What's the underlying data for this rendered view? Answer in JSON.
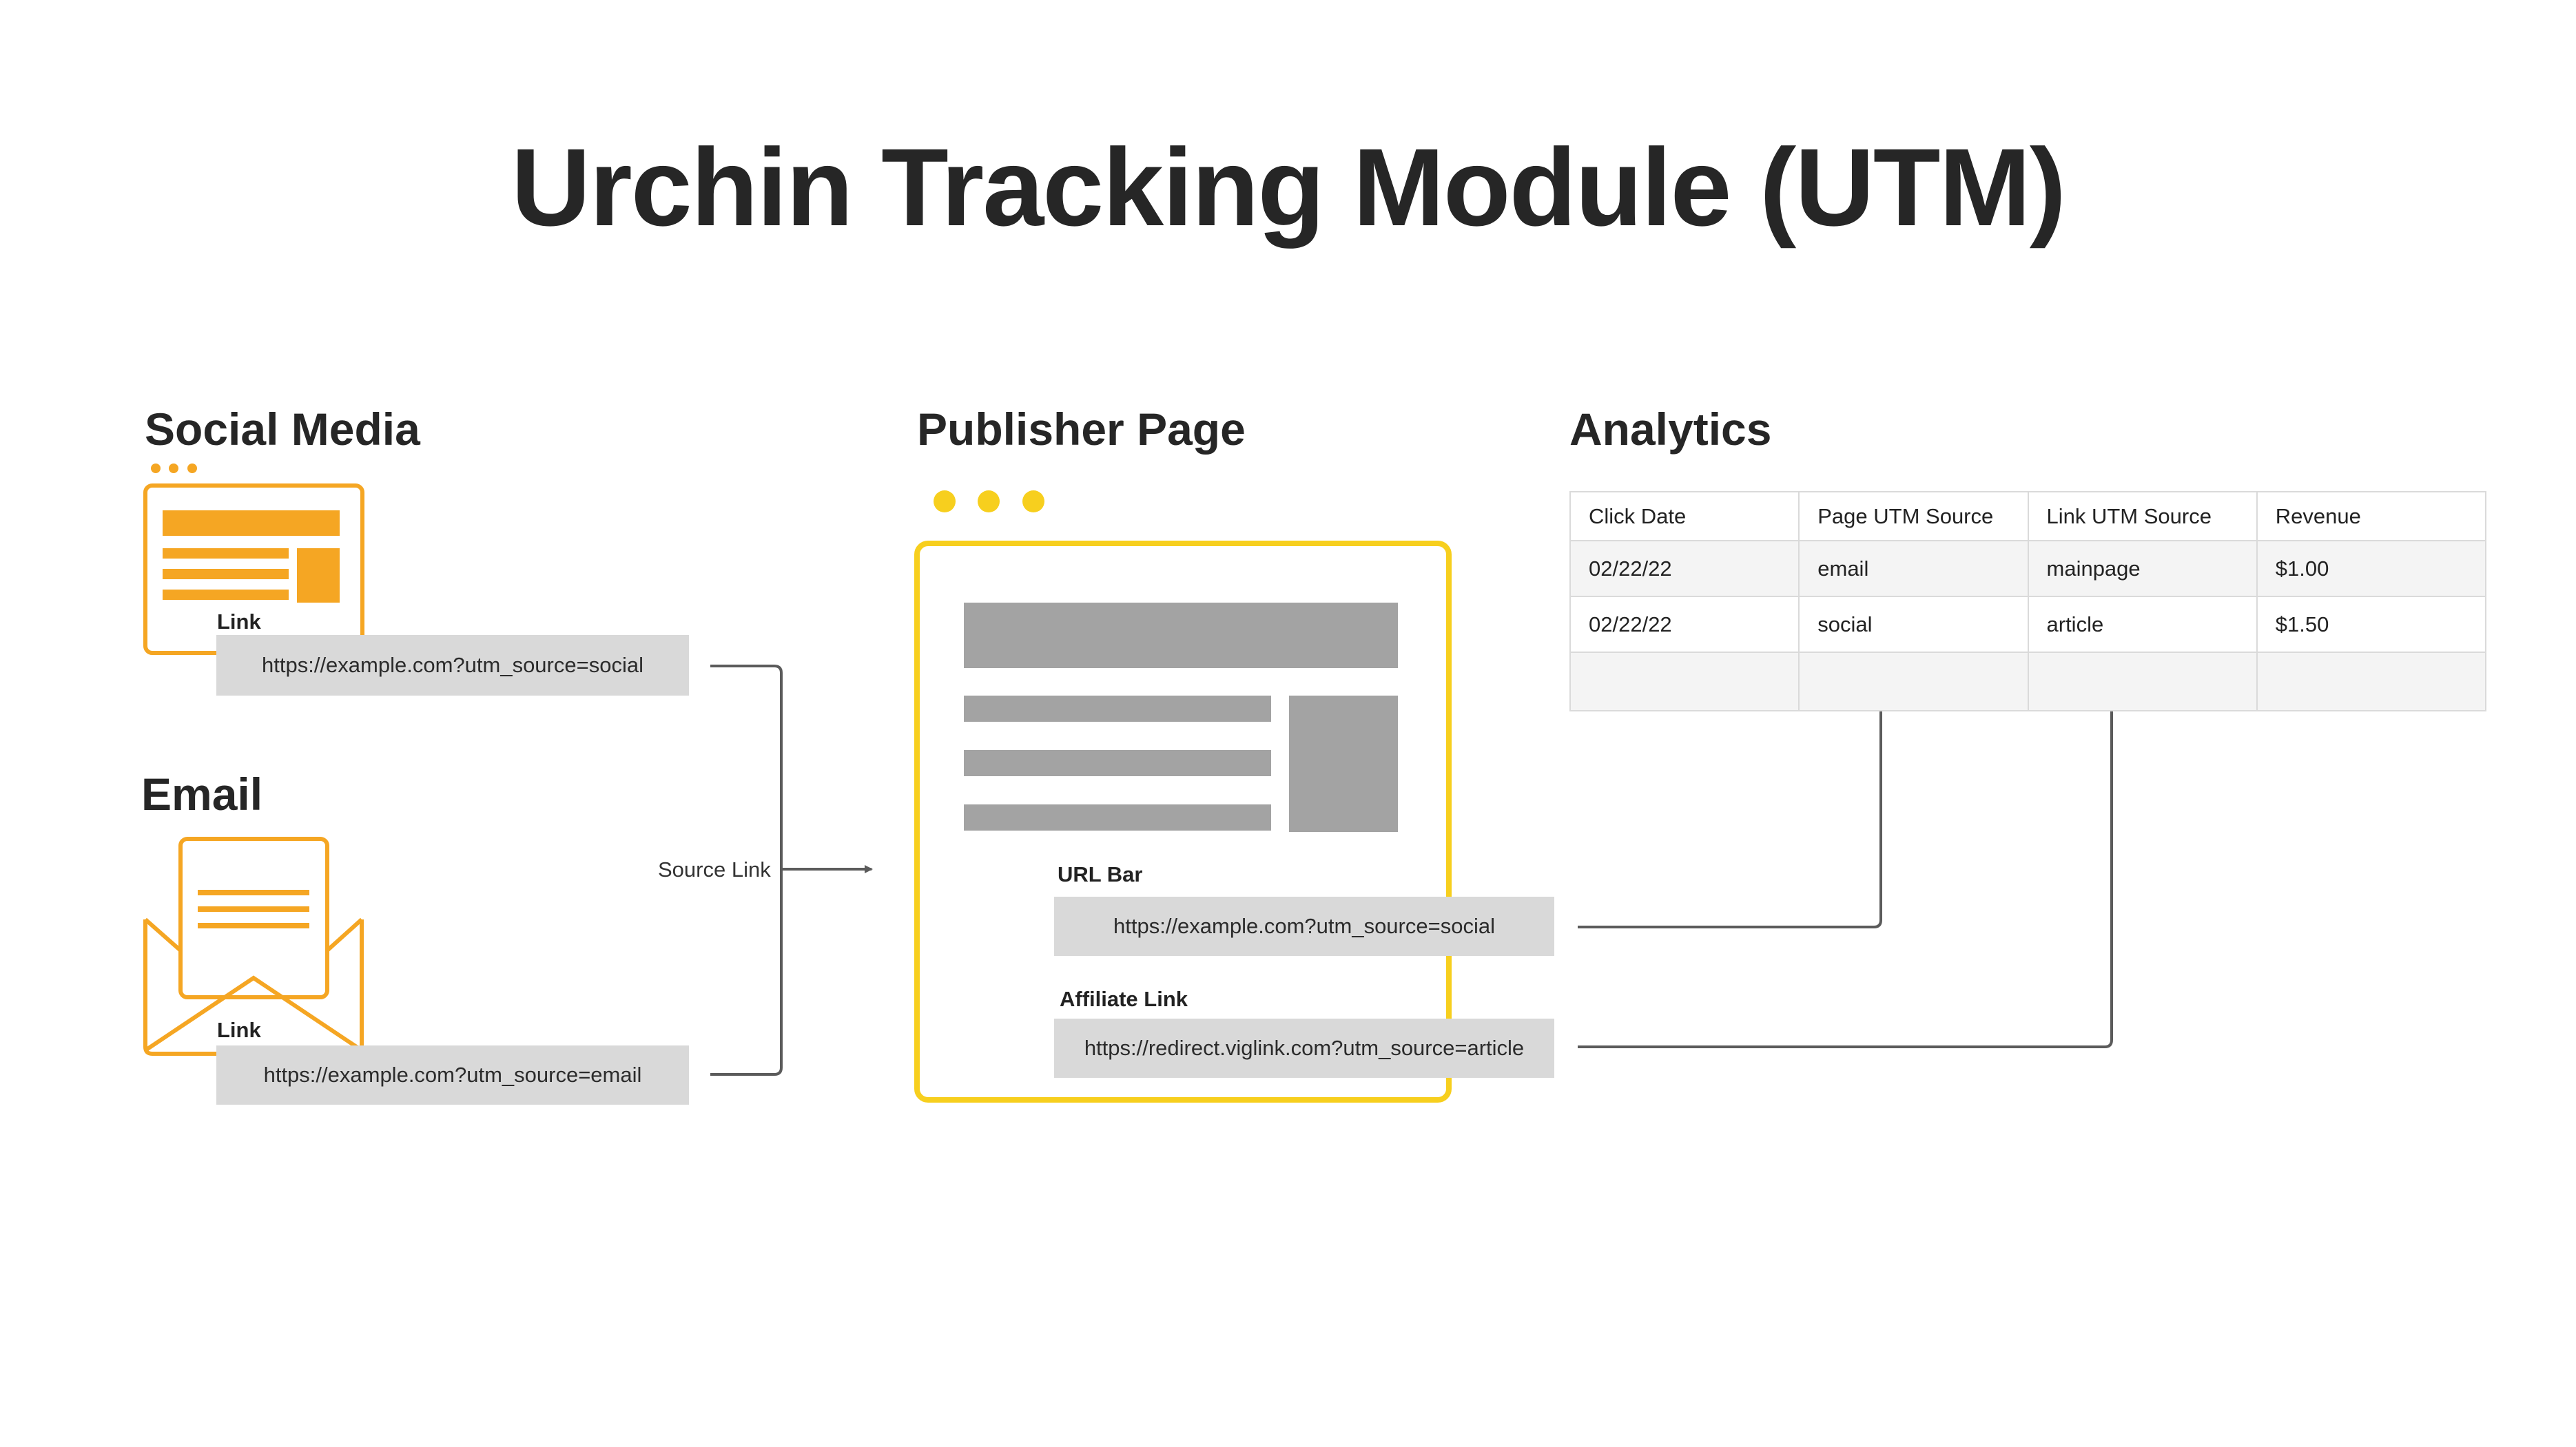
{
  "title": "Urchin Tracking Module (UTM)",
  "social": {
    "heading": "Social Media",
    "link_label": "Link",
    "url": "https://example.com?utm_source=social"
  },
  "email": {
    "heading": "Email",
    "link_label": "Link",
    "url": "https://example.com?utm_source=email"
  },
  "connector": {
    "label": "Source Link"
  },
  "publisher": {
    "heading": "Publisher Page",
    "url_bar_label": "URL Bar",
    "url_bar_value": "https://example.com?utm_source=social",
    "affiliate_label": "Affiliate Link",
    "affiliate_value": "https://redirect.viglink.com?utm_source=article"
  },
  "analytics": {
    "heading": "Analytics",
    "columns": [
      "Click Date",
      "Page UTM Source",
      "Link UTM Source",
      "Revenue"
    ],
    "rows": [
      [
        "02/22/22",
        "email",
        "mainpage",
        "$1.00"
      ],
      [
        "02/22/22",
        "social",
        "article",
        "$1.50"
      ],
      [
        "",
        "",
        "",
        ""
      ]
    ]
  },
  "colors": {
    "orange": "#f5a623",
    "yellow": "#f7cf1e",
    "gray_block": "#a3a3a3",
    "url_box": "#d9d9d9",
    "arrow": "#5b5b5b"
  },
  "icons": {
    "social": "browser-window-icon",
    "email": "envelope-letter-icon",
    "publisher_dots": "window-dots-icon"
  }
}
